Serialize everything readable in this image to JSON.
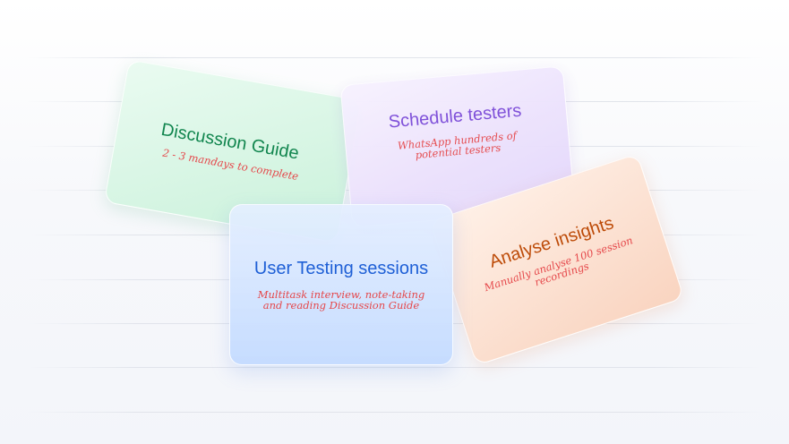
{
  "cards": {
    "discussion_guide": {
      "title": "Discussion Guide",
      "subtitle": "2 - 3 mandays to complete",
      "title_color": "#12864f",
      "subtitle_color": "#e5474a"
    },
    "schedule_testers": {
      "title": "Schedule testers",
      "subtitle": "WhatsApp hundreds of potential testers",
      "title_color": "#7b4bd8",
      "subtitle_color": "#e5474a"
    },
    "user_testing": {
      "title": "User Testing sessions",
      "subtitle": "Multitask interview, note-taking and reading Discussion Guide",
      "title_color": "#1e5fd6",
      "subtitle_color": "#e5474a"
    },
    "analyse_insights": {
      "title": "Analyse insights",
      "subtitle": "Manually analyse 100 session recordings",
      "title_color": "#bd4b08",
      "subtitle_color": "#e5474a"
    }
  }
}
